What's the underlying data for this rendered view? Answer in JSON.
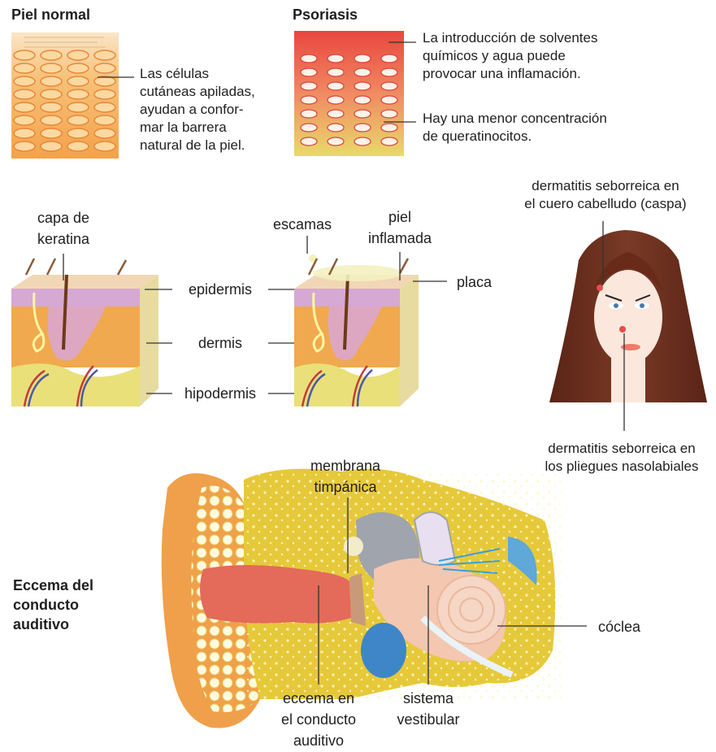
{
  "skin_normal": {
    "title": "Piel normal",
    "note": "Las células\ncutáneas apiladas,\nayudan a confor-\nmar la barrera\nnatural de la piel."
  },
  "psoriasis": {
    "title": "Psoriasis",
    "note_1": "La introducción de solventes\nquímicos y agua puede\nprovocar una inflamación.",
    "note_2": "Hay una menor concentración\nde queratinocitos."
  },
  "skin_layers": {
    "keratin": "capa de\nkeratina",
    "epidermis": "epidermis",
    "dermis": "dermis",
    "hypodermis": "hipodermis",
    "scales": "escamas",
    "inflamed": "piel\ninflamada",
    "plaque": "placa"
  },
  "seborrheic": {
    "scalp": "dermatitis seborreica en\nel cuero cabelludo (caspa)",
    "folds": "dermatitis seborreica en\nlos pliegues nasolabiales"
  },
  "ear": {
    "title": "Eccema del\nconducto\nauditivo",
    "tympanic": "membrana\ntimpánica",
    "cochlea": "cóclea",
    "eczema": "eccema en\nel conducto\nauditivo",
    "vestibular": "sistema\nvestibular"
  },
  "colors": {
    "skin_orange": "#f5a64a",
    "psoriasis_red": "#e8584a",
    "ear_yellow": "#e6c93a",
    "canal_red": "#e46a5a"
  }
}
